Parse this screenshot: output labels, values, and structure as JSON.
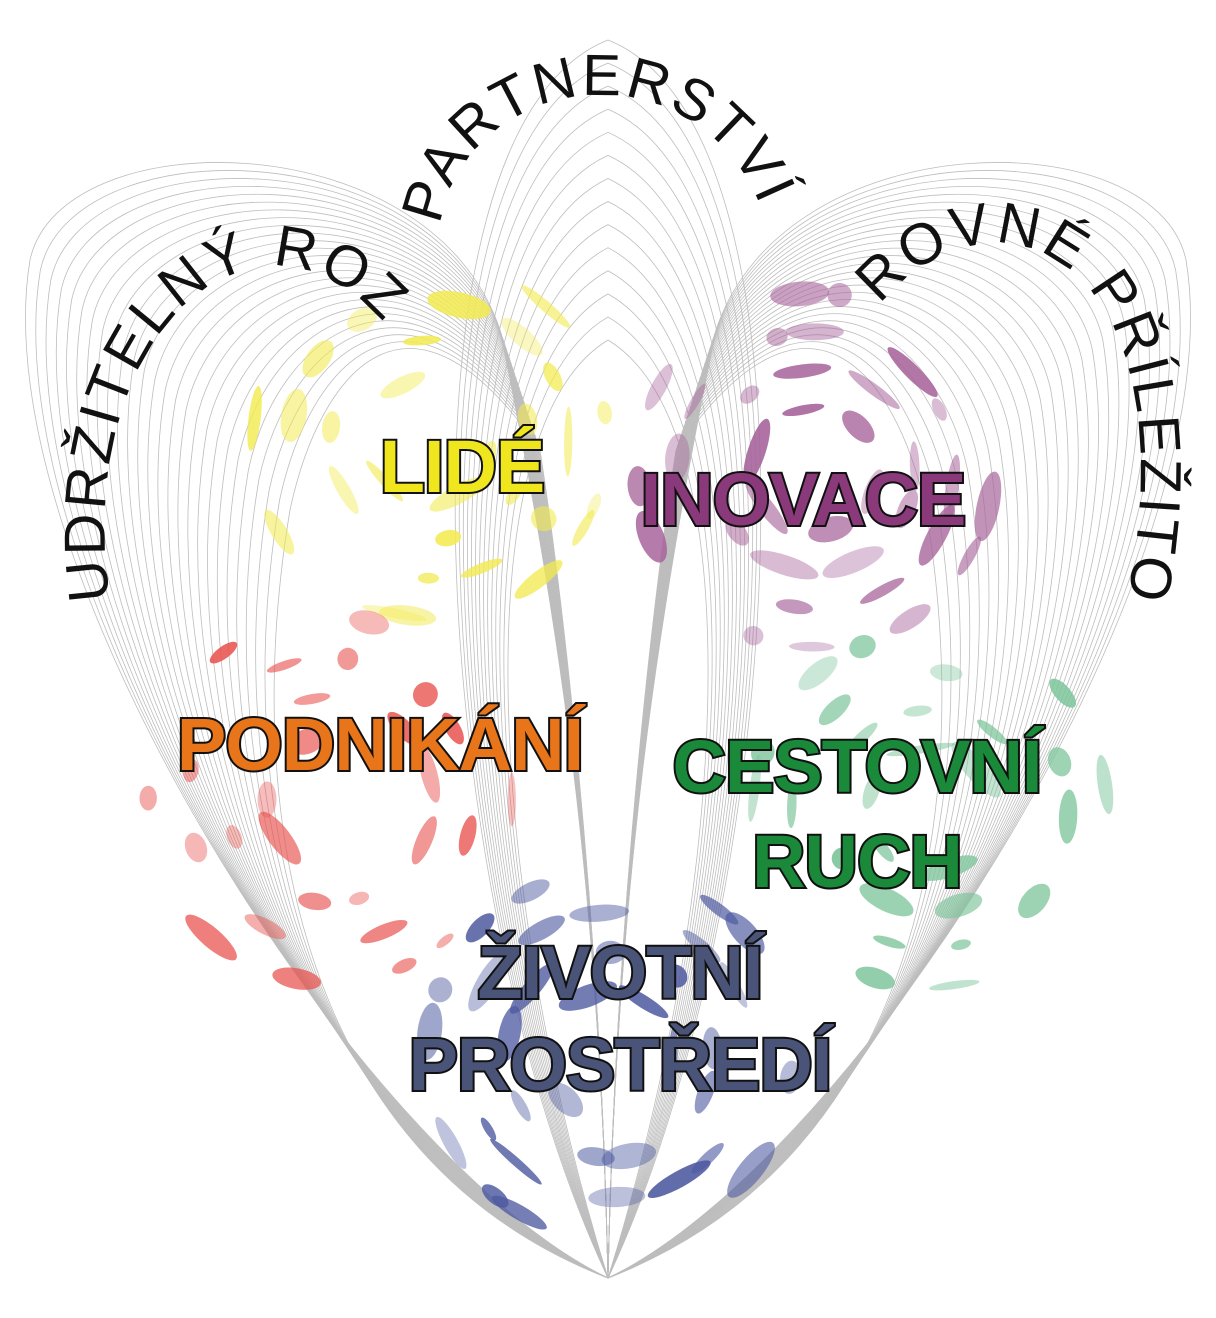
{
  "arc_labels": {
    "left": "UDRŽITELNÝ ROZVOJ",
    "top": "PARTNERSTVÍ",
    "right": "ROVNÉ PŘÍLEŽITOSTI"
  },
  "themes": {
    "lide": {
      "label": "LIDÉ",
      "color": "#f0e61e"
    },
    "inovace": {
      "label": "INOVACE",
      "color": "#8a3a7a"
    },
    "podnikani": {
      "label": "PODNIKÁNÍ",
      "color": "#e8751a"
    },
    "cestovni_ruch": {
      "line1": "CESTOVNÍ",
      "line2": "RUCH",
      "color": "#1a8a3a"
    },
    "zivotni_prostredi": {
      "line1": "ŽIVOTNÍ",
      "line2": "PROSTŘEDÍ",
      "color": "#4a5478"
    }
  },
  "blob_colors": {
    "yellow": "#f2ea50",
    "purple": "#a6629a",
    "red": "#e8524e",
    "green": "#7cc49a",
    "blue": "#4e5aa0"
  }
}
